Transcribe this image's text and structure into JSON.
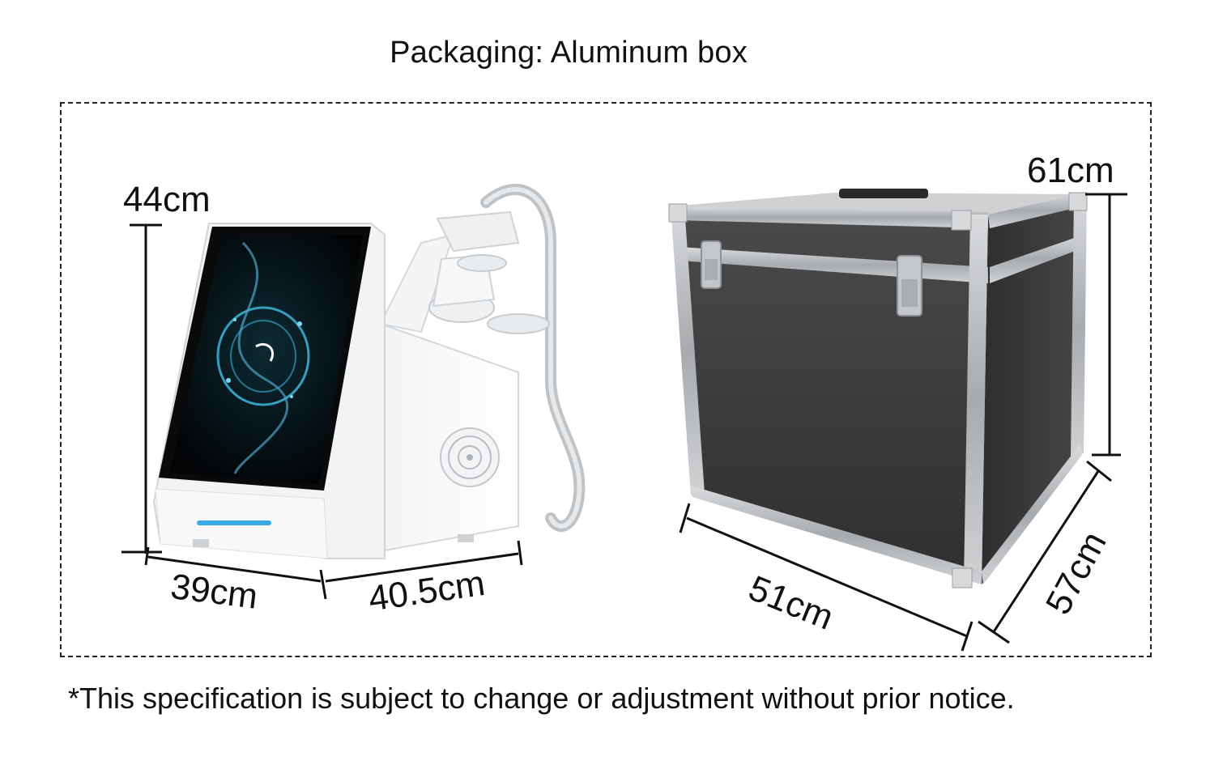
{
  "title": "Packaging: Aluminum box",
  "footnote": "*This specification is subject to change or adjustment without prior notice.",
  "machine": {
    "height_label": "44cm",
    "width_label": "39cm",
    "depth_label": "40.5cm"
  },
  "case": {
    "height_label": "61cm",
    "width_label": "51cm",
    "depth_label": "57cm"
  },
  "colors": {
    "screen_glow": "#3fb6d8",
    "status_light": "#3aa9e8",
    "case_panel": "#3d3d3d",
    "case_trim": "#b9bcc0"
  }
}
